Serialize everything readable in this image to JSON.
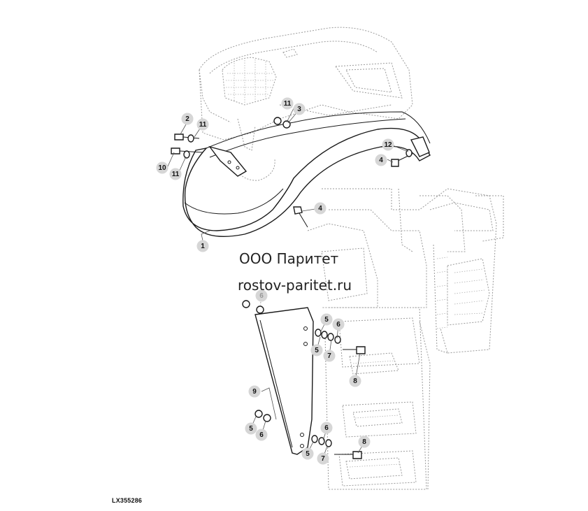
{
  "watermark": {
    "line1": "ООО Паритет",
    "line2": "rostov-paritet.ru"
  },
  "figure_ref": "LX355286",
  "callouts": [
    {
      "id": "c1",
      "label": "1"
    },
    {
      "id": "c2",
      "label": "2"
    },
    {
      "id": "c3",
      "label": "3"
    },
    {
      "id": "c4a",
      "label": "4"
    },
    {
      "id": "c4b",
      "label": "4"
    },
    {
      "id": "c5a",
      "label": "5"
    },
    {
      "id": "c5b",
      "label": "5"
    },
    {
      "id": "c5c",
      "label": "5"
    },
    {
      "id": "c5d",
      "label": "5"
    },
    {
      "id": "c6a",
      "label": "6"
    },
    {
      "id": "c6b",
      "label": "6"
    },
    {
      "id": "c6c",
      "label": "6"
    },
    {
      "id": "c6d",
      "label": "6"
    },
    {
      "id": "c7a",
      "label": "7"
    },
    {
      "id": "c7b",
      "label": "7"
    },
    {
      "id": "c8a",
      "label": "8"
    },
    {
      "id": "c8b",
      "label": "8"
    },
    {
      "id": "c9",
      "label": "9"
    },
    {
      "id": "c10",
      "label": "10"
    },
    {
      "id": "c11a",
      "label": "11"
    },
    {
      "id": "c11b",
      "label": "11"
    },
    {
      "id": "c11c",
      "label": "11"
    },
    {
      "id": "c12",
      "label": "12"
    }
  ],
  "colors": {
    "line": "#1a1a1a",
    "ghost": "#9a9a9a",
    "callout_fill": "#d6d6d6"
  }
}
